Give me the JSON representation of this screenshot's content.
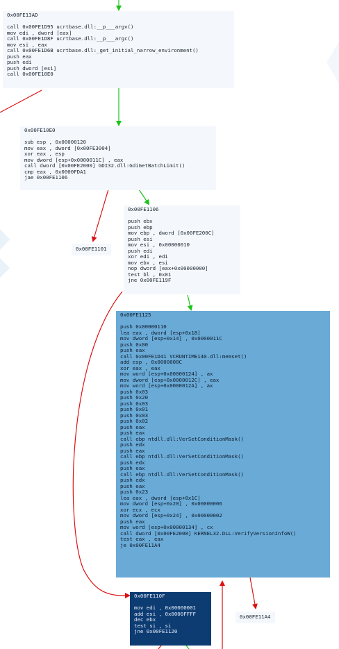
{
  "colors": {
    "edge_true": "#19c419",
    "edge_false": "#dd1111",
    "node_bg": "#f4f8fc",
    "node_selected_bg": "#6aaad6",
    "node_current_bg": "#0d3c73"
  },
  "blocks": [
    {
      "id": "block-fe13ad",
      "address": "0x00FE13AD",
      "lines": [
        "call 0x00FE1D95 ucrtbase.dll:__p___argv()",
        "mov edi , dword [eax]",
        "call 0x00FE1D8F ucrtbase.dll:__p___argc()",
        "mov esi , eax",
        "call 0x00FE1D6B ucrtbase.dll:_get_initial_narrow_environment()",
        "push eax",
        "push edi",
        "push dword [esi]",
        "call 0x00FE10E0"
      ]
    },
    {
      "id": "block-fe10e0",
      "address": "0x00FE10E0",
      "lines": [
        "sub esp , 0x00000120",
        "mov eax , dword [0x00FE3004]",
        "xor eax , esp",
        "mov dword [esp+0x0000011C] , eax",
        "call dword [0x00FE2000] GDI32.dll:GdiGetBatchLimit()",
        "cmp eax , 0x0000FDA1",
        "jae 0x00FE1106"
      ]
    },
    {
      "id": "block-fe1106",
      "address": "0x00FE1106",
      "lines": [
        "push ebx",
        "push ebp",
        "mov ebp , dword [0x00FE200C]",
        "push esi",
        "mov esi , 0x00000010",
        "push edi",
        "xor edi , edi",
        "mov ebx , esi",
        "nop dword [eax+0x00000000]",
        "test bl , 0x01",
        "jne 0x00FE119F"
      ]
    },
    {
      "id": "block-fe1125",
      "address": "0x00FE1125",
      "lines": [
        "push 0x00000110",
        "lea eax , dword [esp+0x18]",
        "mov dword [esp+0x14] , 0x0000011C",
        "push 0x00",
        "push eax",
        "call 0x00FE1D41 VCRUNTIME140.dll:memset()",
        "add esp , 0x0000000C",
        "xor eax , eax",
        "mov word [esp+0x00000124] , ax",
        "mov dword [esp+0x0000012C] , eax",
        "mov word [esp+0x0000012A] , ax",
        "push 0x03",
        "push 0x20",
        "push 0x03",
        "push 0x01",
        "push 0x03",
        "push 0x02",
        "push eax",
        "push eax",
        "call ebp ntdll.dll:VerSetConditionMask()",
        "push edx",
        "push eax",
        "call ebp ntdll.dll:VerSetConditionMask()",
        "push edx",
        "push eax",
        "call ebp ntdll.dll:VerSetConditionMask()",
        "push edx",
        "push eax",
        "push 0x23",
        "lea eax , dword [esp+0x1C]",
        "mov dword [esp+0x20] , 0x00000006",
        "xor ecx , ecx",
        "mov dword [esp+0x24] , 0x00000002",
        "push eax",
        "mov word [esp+0x00000134] , cx",
        "call dword [0x00FE2008] KERNEL32.DLL:VerifyVersionInfoW()",
        "test eax , eax",
        "je 0x00FE11A4"
      ]
    },
    {
      "id": "block-fe110f",
      "address": "0x00FE110F",
      "lines": [
        "mov edi , 0x00000001",
        "add esi , 0x0000FFFF",
        "dec ebx",
        "test si , si",
        "jne 0x00FE1120"
      ]
    }
  ],
  "stubs": [
    {
      "id": "stub-fe1101",
      "address": "0x00FE1101"
    },
    {
      "id": "stub-fe11a4",
      "address": "0x00FE11A4"
    }
  ]
}
